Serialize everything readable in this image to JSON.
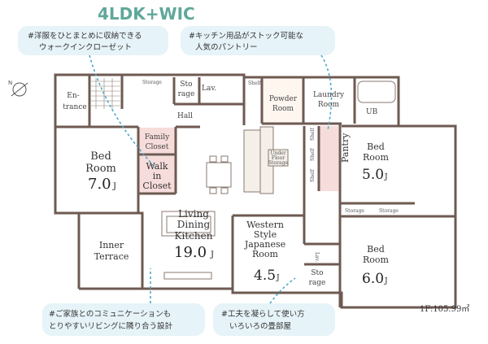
{
  "title": "4LDK+WIC",
  "callouts": {
    "top_left": [
      "#洋服をひとまとめに収納できる",
      "ウォークインクローゼット"
    ],
    "top_right": [
      "#キッチン用品がストック可能な",
      "人気のパントリー"
    ],
    "bottom_left": [
      "#ご家族とのコミュニケーションも",
      "とりやすいリビングに隣り合う設計"
    ],
    "bottom_right": [
      "#工夫を凝らして使い方",
      "いろいろの畳部屋"
    ]
  },
  "rooms": {
    "bed_left": {
      "name": [
        "Bed",
        "Room"
      ],
      "size": "7.0",
      "unit": "J"
    },
    "bed_right_top": {
      "name": [
        "Bed",
        "Room"
      ],
      "size": "5.0",
      "unit": "J"
    },
    "bed_right_bottom": {
      "name": [
        "Bed",
        "Room"
      ],
      "size": "6.0",
      "unit": "J"
    },
    "ldk": {
      "name": [
        "Living",
        "Dining",
        "Kitchen"
      ],
      "size": "19.0",
      "unit": "J"
    },
    "western_japanese": {
      "name": [
        "Western",
        "Style",
        "Japanese",
        "Room"
      ],
      "size": "4.5",
      "unit": "J"
    },
    "inner_terrace": {
      "name": [
        "Inner",
        "Terrace"
      ]
    },
    "powder_room": {
      "name": [
        "Powder",
        "Room"
      ]
    },
    "laundry_room": {
      "name": [
        "Laundry",
        "Room"
      ]
    },
    "ub": "UB",
    "hall": "Hall",
    "entrance": [
      "En-",
      "trance"
    ],
    "family_closet": [
      "Family",
      "Closet"
    ],
    "walk_in_closet": [
      "Walk",
      "in",
      "Closet"
    ],
    "pantry": "Pantry",
    "storage": "Storage",
    "storage_split": [
      "Sto",
      "rage"
    ],
    "lav": "Lav.",
    "shelf": "Shelf",
    "under_floor_storage": [
      "Under",
      "Floor",
      "Storage"
    ]
  },
  "total_area": "1F:105.99㎡",
  "icons": [
    "compass-north-icon"
  ],
  "colors": {
    "wall": "#6e5a52",
    "closet_fill": "#f6dcda",
    "callout_bg": "#e6f3f8",
    "title": "#5fa89a",
    "arrow": "#4aa8c8"
  }
}
